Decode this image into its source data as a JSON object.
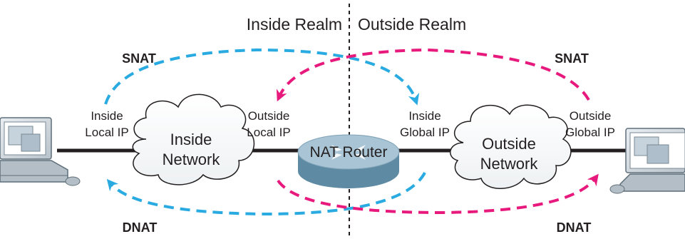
{
  "realms": {
    "inside": "Inside Realm",
    "outside": "Outside Realm"
  },
  "labels": {
    "snat_left": "SNAT",
    "snat_right": "SNAT",
    "dnat_left": "DNAT",
    "dnat_right": "DNAT",
    "inside_local_ip": [
      "Inside",
      "Local IP"
    ],
    "outside_local_ip": [
      "Outside",
      "Local IP"
    ],
    "inside_global_ip": [
      "Inside",
      "Global IP"
    ],
    "outside_global_ip": [
      "Outside",
      "Global IP"
    ]
  },
  "nodes": {
    "inside_network": [
      "Inside",
      "Network"
    ],
    "outside_network": [
      "Outside",
      "Network"
    ],
    "nat_router": "NAT Router"
  },
  "colors": {
    "snat_dnat_inside": "#29aae1",
    "snat_dnat_outside": "#e8197d",
    "divider": "#231f20",
    "router_top": "#a9c4d4",
    "router_side": "#5e8aa3"
  }
}
